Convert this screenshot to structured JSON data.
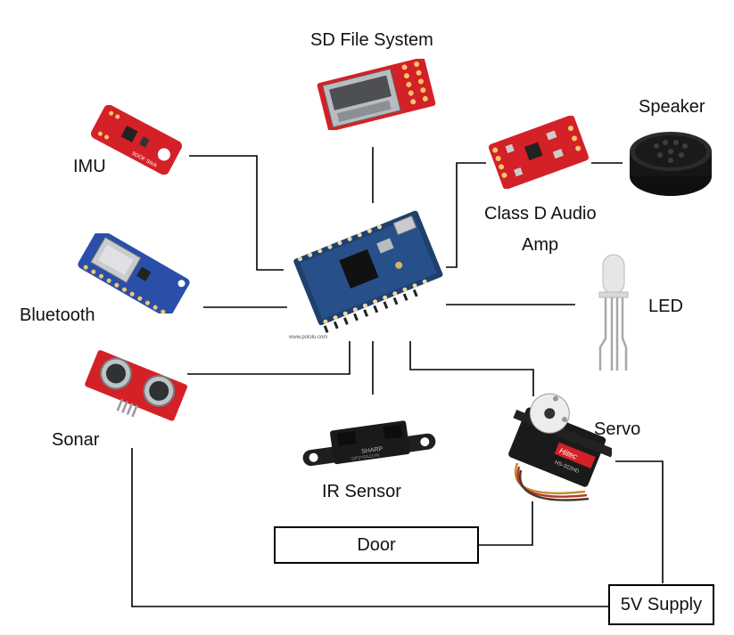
{
  "diagram": {
    "hub": "mbed microcontroller board",
    "hub_caption": "www.pololu.com",
    "components": {
      "sd": {
        "label": "SD File System"
      },
      "imu": {
        "label": "IMU",
        "board_text": "9DOF Stick"
      },
      "bluetooth": {
        "label": "Bluetooth"
      },
      "sonar": {
        "label": "Sonar"
      },
      "ir": {
        "label": "IR Sensor",
        "brand_text": "SHARP",
        "model_text": "GP2Y0A21YK"
      },
      "amp": {
        "label_line1": "Class D Audio",
        "label_line2": "Amp"
      },
      "speaker": {
        "label": "Speaker"
      },
      "led": {
        "label": "LED"
      },
      "servo": {
        "label": "Servo",
        "brand_text": "Hitec",
        "model_text": "HS-322HD"
      }
    },
    "boxes": {
      "door": {
        "label": "Door"
      },
      "supply": {
        "label": "5V Supply"
      }
    },
    "colors": {
      "wire": "#000000",
      "sparkfun_red": "#d42027",
      "adafruit_blue": "#2a4fa8",
      "mbed_blue": "#1f3f6e",
      "sensor_black": "#1a1a1a"
    }
  }
}
